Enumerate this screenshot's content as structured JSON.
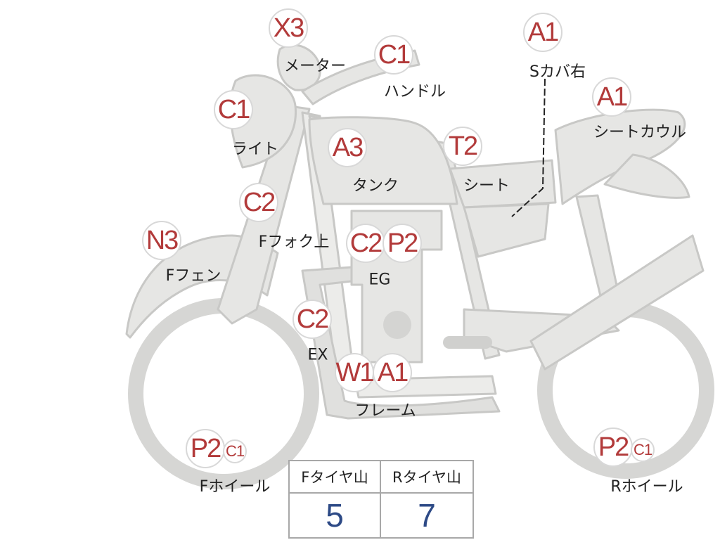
{
  "parts": {
    "meter": {
      "grade": "X3",
      "label": "メーター"
    },
    "handle": {
      "grade": "C1",
      "label": "ハンドル"
    },
    "s_cover_r": {
      "grade": "A1",
      "label": "Sカバ右"
    },
    "light": {
      "grade": "C1",
      "label": "ライト"
    },
    "seat_cowl": {
      "grade": "A1",
      "label": "シートカウル"
    },
    "tank": {
      "grade": "A3",
      "label": "タンク"
    },
    "seat": {
      "grade": "T2",
      "label": "シート"
    },
    "f_fork_top": {
      "grade": "C2",
      "label": "Fフォク上"
    },
    "engine": {
      "grade_1": "C2",
      "grade_2": "P2",
      "label": "EG"
    },
    "f_fender": {
      "grade": "N3",
      "label": "Fフェン"
    },
    "exhaust": {
      "grade": "C2",
      "label": "EX"
    },
    "frame": {
      "grade_1": "W1",
      "grade_2": "A1",
      "label": "フレーム"
    },
    "f_wheel": {
      "grade": "P2",
      "grade_small": "C1",
      "label": "Fホイール"
    },
    "r_wheel": {
      "grade": "P2",
      "grade_small": "C1",
      "label": "Rホイール"
    }
  },
  "tire_tread": {
    "front_label": "Fタイヤ山",
    "rear_label": "Rタイヤ山",
    "front_value": "5",
    "rear_value": "7"
  },
  "colors": {
    "grade_text": "#b23a3a",
    "tire_value": "#2d4a86",
    "bike_fill": "#e6e6e4",
    "bike_stroke": "#c8c8c6"
  }
}
